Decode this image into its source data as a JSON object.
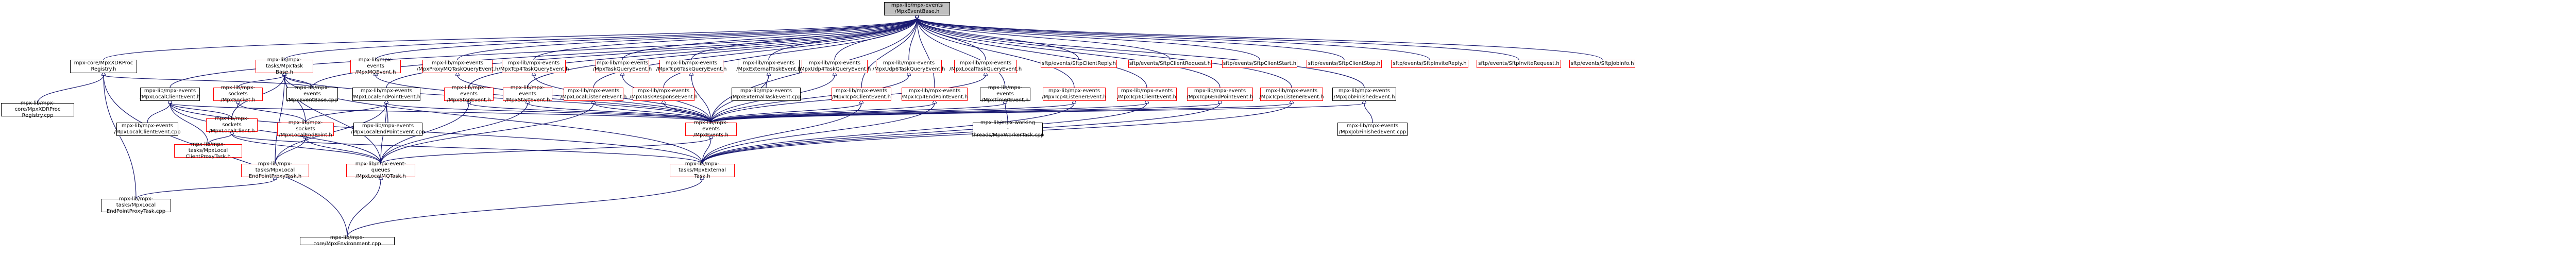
{
  "graph": {
    "nodes": [
      {
        "id": "root",
        "label": "mpx-lib/mpx-events\n/MpxEventBase.h",
        "style": "root"
      },
      {
        "id": "xdr",
        "label": "mpx-core/MpxXDRProc\nRegistry.h",
        "style": "black"
      },
      {
        "id": "xdrcpp",
        "label": "mpx-lib/mpx-core/MpxXDRProc\nRegistry.cpp",
        "style": "black"
      },
      {
        "id": "taskbase",
        "label": "mpx-lib/mpx-tasks/MpxTask\nBase.h",
        "style": "red"
      },
      {
        "id": "localclientev",
        "label": "mpx-lib/mpx-events\n/MpxLocalClientEvent.h",
        "style": "black"
      },
      {
        "id": "sockets_mpxsocket",
        "label": "mpx-lib/mpx-sockets\n/MpxSocket.h",
        "style": "red"
      },
      {
        "id": "eventbasecpp",
        "label": "mpx-lib/mpx-events\n/MpxEventBase.cpp",
        "style": "black"
      },
      {
        "id": "localclientevcpp",
        "label": "mpx-lib/mpx-events\n/MpxLocalClientEvent.cpp",
        "style": "black"
      },
      {
        "id": "sockets_localclient",
        "label": "mpx-lib/mpx-sockets\n/MpxLocalClient.h",
        "style": "red"
      },
      {
        "id": "tasks_localclientproxy",
        "label": "mpx-lib/mpx-tasks/MpxLocal\nClientProxyTask.h",
        "style": "red"
      },
      {
        "id": "localendpointev",
        "label": "mpx-lib/mpx-events\n/MpxLocalEndPointEvent.h",
        "style": "black"
      },
      {
        "id": "sockets_localendpoint",
        "label": "mpx-lib/mpx-sockets\n/MpxLocalEndPoint.h",
        "style": "red"
      },
      {
        "id": "tasks_localendpointproxy",
        "label": "mpx-lib/mpx-tasks/MpxLocal\nEndPointProxyTask.h",
        "style": "red"
      },
      {
        "id": "tasks_localendpointproxycpp",
        "label": "mpx-lib/mpx-tasks/MpxLocal\nEndPointProxyTask.cpp",
        "style": "black"
      },
      {
        "id": "localendpointevcpp",
        "label": "mpx-lib/mpx-events\n/MpxLocalEndPointEvent.cpp",
        "style": "black"
      },
      {
        "id": "eventqueues",
        "label": "mpx-lib/mpx-event-queues\n/MpxLocalMQTask.h",
        "style": "red"
      },
      {
        "id": "environmentcpp",
        "label": "mpx-lib/mpx-core/MpxEnvironment.cpp",
        "style": "black"
      },
      {
        "id": "mqevent",
        "label": "mpx-lib/mpx-events\n/MpxMQEvent.h",
        "style": "red"
      },
      {
        "id": "stopevent",
        "label": "mpx-lib/mpx-events\n/MpxStopEvent.h",
        "style": "red"
      },
      {
        "id": "startevent",
        "label": "mpx-lib/mpx-events\n/MpxStartEvent.h",
        "style": "red"
      },
      {
        "id": "proxymqtaskquery",
        "label": "mpx-lib/mpx-events\n/MpxProxyMQTaskQueryEvent.h",
        "style": "red"
      },
      {
        "id": "tcp4taskquery",
        "label": "mpx-lib/mpx-events\n/MpxTcp4TaskQueryEvent.h",
        "style": "red"
      },
      {
        "id": "locallistenerev",
        "label": "mpx-lib/mpx-events\n/MpxLocalListenerEvent.h",
        "style": "red"
      },
      {
        "id": "taskresponseev",
        "label": "mpx-lib/mpx-events\n/MpxTaskResponseEvent.h",
        "style": "red"
      },
      {
        "id": "taskqueryev",
        "label": "mpx-lib/mpx-events\n/MpxTaskQueryEvent.h",
        "style": "red"
      },
      {
        "id": "tcp6taskquery",
        "label": "mpx-lib/mpx-events\n/MpxTcp6TaskQueryEvent.h",
        "style": "red"
      },
      {
        "id": "externaltaskev",
        "label": "mpx-lib/mpx-events\n/MpxExternalTaskEvent.h",
        "style": "black"
      },
      {
        "id": "externaltaskevcpp",
        "label": "mpx-lib/mpx-events\n/MpxExternalTaskEvent.cpp",
        "style": "black"
      },
      {
        "id": "udp4taskquery",
        "label": "mpx-lib/mpx-events\n/MpxUdp4TaskQueryEvent.h",
        "style": "red"
      },
      {
        "id": "udp6taskquery",
        "label": "mpx-lib/mpx-events\n/MpxUdp6TaskQueryEvent.h",
        "style": "red"
      },
      {
        "id": "localtaskquery",
        "label": "mpx-lib/mpx-events\n/MpxLocalTaskQueryEvent.h",
        "style": "red"
      },
      {
        "id": "mpxevents",
        "label": "mpx-lib/mpx-events\n/MpxEvents.h",
        "style": "red"
      },
      {
        "id": "tasks_externaltask",
        "label": "mpx-lib/mpx-tasks/MpxExternal\nTask.h",
        "style": "red"
      },
      {
        "id": "tcp4clientev",
        "label": "mpx-lib/mpx-events\n/MpxTcp4ClientEvent.h",
        "style": "red"
      },
      {
        "id": "tcp4endpointev",
        "label": "mpx-lib/mpx-events\n/MpxTcp4EndPointEvent.h",
        "style": "red"
      },
      {
        "id": "timerev",
        "label": "mpx-lib/mpx-events\n/MpxTimerEvent.h",
        "style": "black"
      },
      {
        "id": "workingthreads",
        "label": "mpx-lib/mpx-working\n-threads/MpxWorkerTask.cpp",
        "style": "black"
      },
      {
        "id": "tcp4listenerev",
        "label": "mpx-lib/mpx-events\n/MpxTcp4ListenerEvent.h",
        "style": "red"
      },
      {
        "id": "tcp6clientev",
        "label": "mpx-lib/mpx-events\n/MpxTcp6ClientEvent.h",
        "style": "red"
      },
      {
        "id": "tcp6endpointev",
        "label": "mpx-lib/mpx-events\n/MpxTcp6EndPointEvent.h",
        "style": "red"
      },
      {
        "id": "tcp6listenerev",
        "label": "mpx-lib/mpx-events\n/MpxTcp6ListenerEvent.h",
        "style": "red"
      },
      {
        "id": "jobfinishedev",
        "label": "mpx-lib/mpx-events\n/MpxJobFinishedEvent.h",
        "style": "black"
      },
      {
        "id": "jobfinishedevcpp",
        "label": "mpx-lib/mpx-events\n/MpxJobFinishedEvent.cpp",
        "style": "black"
      },
      {
        "id": "sftp_reply",
        "label": "sftp/events/SftpClientReply.h",
        "style": "red"
      },
      {
        "id": "sftp_request",
        "label": "sftp/events/SftpClientRequest.h",
        "style": "red"
      },
      {
        "id": "sftp_start",
        "label": "sftp/events/SftpClientStart.h",
        "style": "red"
      },
      {
        "id": "sftp_stop",
        "label": "sftp/events/SftpClientStop.h",
        "style": "red"
      },
      {
        "id": "sftp_invitereply",
        "label": "sftp/events/SftpInviteReply.h",
        "style": "red"
      },
      {
        "id": "sftp_inviterequest",
        "label": "sftp/events/SftpInviteRequest.h",
        "style": "red"
      },
      {
        "id": "sftp_jobinfo",
        "label": "sftp/events/SftpJobInfo.h",
        "style": "red"
      }
    ],
    "edges": [
      [
        "root",
        "xdr"
      ],
      [
        "root",
        "eventbasecpp"
      ],
      [
        "root",
        "taskbase"
      ],
      [
        "root",
        "localclientev"
      ],
      [
        "root",
        "localendpointev"
      ],
      [
        "root",
        "mqevent"
      ],
      [
        "root",
        "stopevent"
      ],
      [
        "root",
        "startevent"
      ],
      [
        "root",
        "proxymqtaskquery"
      ],
      [
        "root",
        "tcp4taskquery"
      ],
      [
        "root",
        "locallistenerev"
      ],
      [
        "root",
        "taskresponseev"
      ],
      [
        "root",
        "taskqueryev"
      ],
      [
        "root",
        "tcp6taskquery"
      ],
      [
        "root",
        "externaltaskev"
      ],
      [
        "root",
        "udp4taskquery"
      ],
      [
        "root",
        "udp6taskquery"
      ],
      [
        "root",
        "localtaskquery"
      ],
      [
        "root",
        "tcp4clientev"
      ],
      [
        "root",
        "tcp4endpointev"
      ],
      [
        "root",
        "timerev"
      ],
      [
        "root",
        "tcp4listenerev"
      ],
      [
        "root",
        "tcp6clientev"
      ],
      [
        "root",
        "tcp6endpointev"
      ],
      [
        "root",
        "tcp6listenerev"
      ],
      [
        "root",
        "jobfinishedev"
      ],
      [
        "root",
        "sftp_reply"
      ],
      [
        "root",
        "sftp_request"
      ],
      [
        "root",
        "sftp_start"
      ],
      [
        "root",
        "sftp_stop"
      ],
      [
        "root",
        "sftp_invitereply"
      ],
      [
        "root",
        "sftp_inviterequest"
      ],
      [
        "root",
        "sftp_jobinfo"
      ],
      [
        "root",
        "mpxevents"
      ],
      [
        "xdr",
        "xdrcpp"
      ],
      [
        "xdr",
        "eventbasecpp"
      ],
      [
        "xdr",
        "tasks_localendpointproxycpp"
      ],
      [
        "xdr",
        "environmentcpp"
      ],
      [
        "taskbase",
        "sockets_mpxsocket"
      ],
      [
        "taskbase",
        "eventbasecpp"
      ],
      [
        "taskbase",
        "sockets_localclient"
      ],
      [
        "taskbase",
        "sockets_localendpoint"
      ],
      [
        "taskbase",
        "eventqueues"
      ],
      [
        "taskbase",
        "tasks_externaltask"
      ],
      [
        "taskbase",
        "mpxevents"
      ],
      [
        "taskbase",
        "tasks_localendpointproxy"
      ],
      [
        "localclientev",
        "localclientevcpp"
      ],
      [
        "localclientev",
        "sockets_localclient"
      ],
      [
        "localclientev",
        "tasks_localclientproxy"
      ],
      [
        "localclientev",
        "mpxevents"
      ],
      [
        "localclientev",
        "tasks_externaltask"
      ],
      [
        "localclientev",
        "eventqueues"
      ],
      [
        "sockets_mpxsocket",
        "sockets_localclient"
      ],
      [
        "sockets_mpxsocket",
        "sockets_localendpoint"
      ],
      [
        "sockets_localclient",
        "tasks_localclientproxy"
      ],
      [
        "sockets_localclient",
        "tasks_externaltask"
      ],
      [
        "sockets_localclient",
        "eventqueues"
      ],
      [
        "localendpointev",
        "sockets_localendpoint"
      ],
      [
        "localendpointev",
        "localendpointevcpp"
      ],
      [
        "localendpointev",
        "mpxevents"
      ],
      [
        "localendpointev",
        "tasks_localendpointproxy"
      ],
      [
        "localendpointev",
        "eventqueues"
      ],
      [
        "sockets_localendpoint",
        "tasks_localendpointproxy"
      ],
      [
        "sockets_localendpoint",
        "eventqueues"
      ],
      [
        "tasks_localendpointproxy",
        "tasks_localendpointproxycpp"
      ],
      [
        "eventqueues",
        "environmentcpp"
      ],
      [
        "tasks_externaltask",
        "environmentcpp"
      ],
      [
        "mqevent",
        "mpxevents"
      ],
      [
        "stopevent",
        "mpxevents"
      ],
      [
        "stopevent",
        "eventqueues"
      ],
      [
        "startevent",
        "mpxevents"
      ],
      [
        "startevent",
        "eventqueues"
      ],
      [
        "proxymqtaskquery",
        "mpxevents"
      ],
      [
        "tcp4taskquery",
        "mpxevents"
      ],
      [
        "locallistenerev",
        "mpxevents"
      ],
      [
        "locallistenerev",
        "eventqueues"
      ],
      [
        "taskresponseev",
        "mpxevents"
      ],
      [
        "taskqueryev",
        "mpxevents"
      ],
      [
        "tcp6taskquery",
        "mpxevents"
      ],
      [
        "externaltaskev",
        "externaltaskevcpp"
      ],
      [
        "externaltaskev",
        "mpxevents"
      ],
      [
        "udp4taskquery",
        "mpxevents"
      ],
      [
        "udp6taskquery",
        "mpxevents"
      ],
      [
        "localtaskquery",
        "mpxevents"
      ],
      [
        "mpxevents",
        "tasks_externaltask"
      ],
      [
        "mpxevents",
        "eventqueues"
      ],
      [
        "tcp4clientev",
        "mpxevents"
      ],
      [
        "tcp4clientev",
        "tasks_externaltask"
      ],
      [
        "tcp4endpointev",
        "mpxevents"
      ],
      [
        "tcp4endpointev",
        "tasks_externaltask"
      ],
      [
        "timerev",
        "mpxevents"
      ],
      [
        "timerev",
        "workingthreads"
      ],
      [
        "tcp4listenerev",
        "mpxevents"
      ],
      [
        "tcp4listenerev",
        "tasks_externaltask"
      ],
      [
        "tcp6clientev",
        "mpxevents"
      ],
      [
        "tcp6clientev",
        "tasks_externaltask"
      ],
      [
        "tcp6endpointev",
        "mpxevents"
      ],
      [
        "tcp6endpointev",
        "tasks_externaltask"
      ],
      [
        "tcp6listenerev",
        "mpxevents"
      ],
      [
        "tcp6listenerev",
        "tasks_externaltask"
      ],
      [
        "jobfinishedev",
        "mpxevents"
      ],
      [
        "jobfinishedev",
        "jobfinishedevcpp"
      ]
    ]
  }
}
